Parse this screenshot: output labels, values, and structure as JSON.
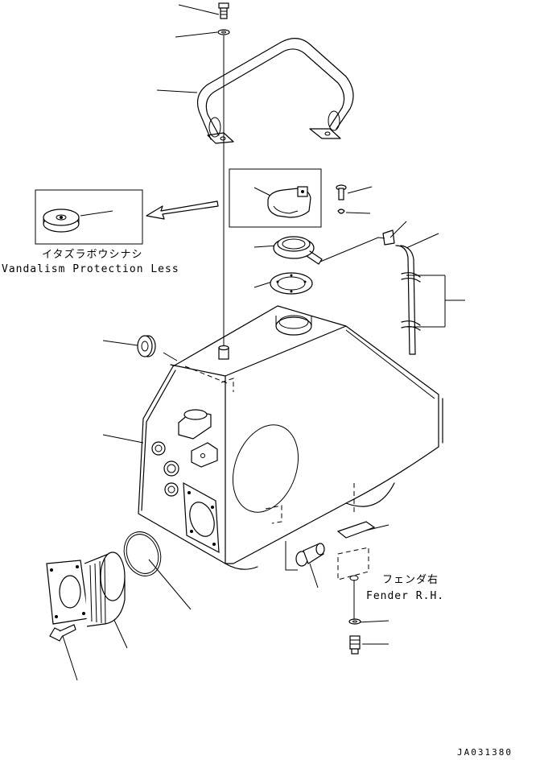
{
  "labels": {
    "vandalism_jp": "イタズラボウシナシ",
    "vandalism_en": "Vandalism Protection Less",
    "fender_jp": "フェンダ右",
    "fender_en": "Fender R.H.",
    "drawing_code": "JA031380"
  }
}
